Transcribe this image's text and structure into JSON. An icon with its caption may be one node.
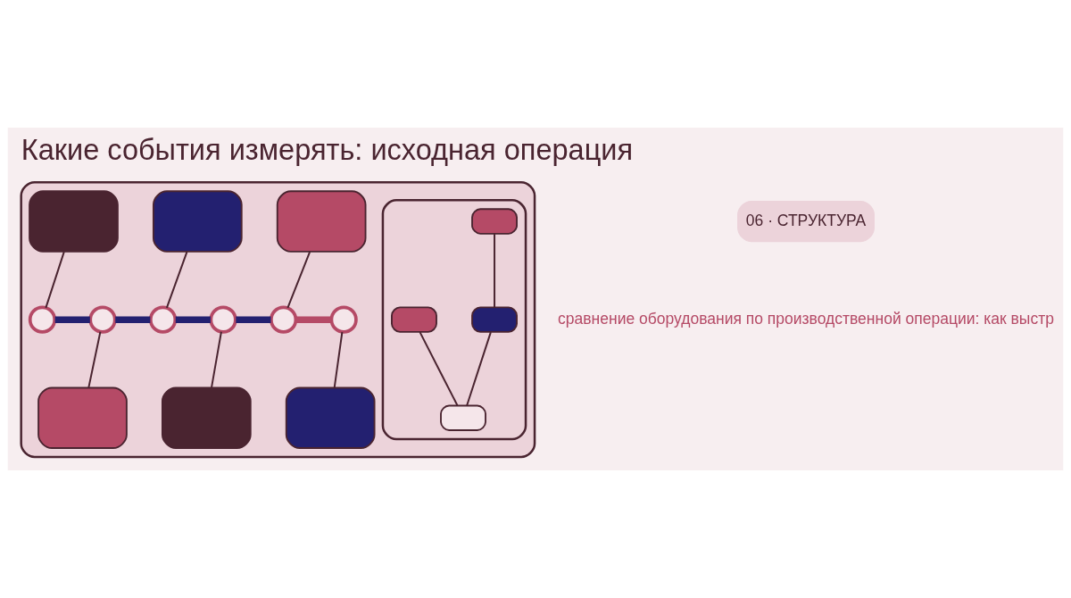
{
  "diagram": {
    "title": "Какие события измерять: исходная операция",
    "nodes": [
      {
        "text": [],
        "shape": "box"
      },
      {
        "text": [],
        "shape": "box",
        "in": 0
      },
      {
        "text": [],
        "shape": "box",
        "in": 0
      },
      {
        "text": [],
        "shape": "box",
        "in": 0
      },
      {
        "text": [],
        "shape": "circle",
        "in": 0
      },
      {
        "text": [],
        "shape": "circle",
        "in": 0
      },
      {
        "text": [],
        "shape": "circle",
        "in": 0
      },
      {
        "text": [],
        "shape": "circle",
        "in": 0
      },
      {
        "text": [],
        "shape": "circle",
        "in": 0
      },
      {
        "text": [],
        "shape": "circle",
        "in": 0
      },
      {
        "text": [],
        "shape": "box",
        "in": 0
      },
      {
        "text": [],
        "shape": "box",
        "in": 0
      },
      {
        "text": [],
        "shape": "box",
        "in": 0
      },
      {
        "text": [],
        "shape": "box",
        "in": 0
      },
      {
        "text": [],
        "shape": "box",
        "in": 13
      },
      {
        "text": [],
        "shape": "box",
        "in": 13
      },
      {
        "text": [],
        "shape": "box",
        "in": 13
      },
      {
        "text": [],
        "shape": "box",
        "in": 13
      }
    ],
    "edges": [
      {
        "from": 1,
        "to": 4,
        "arrow": "none"
      },
      {
        "from": 2,
        "to": 6,
        "arrow": "none"
      },
      {
        "from": 3,
        "to": 8,
        "arrow": "none"
      },
      {
        "from": 4,
        "to": 5,
        "arrow": "none",
        "style": "thick",
        "color": "#232070"
      },
      {
        "from": 5,
        "to": 6,
        "arrow": "none",
        "style": "thick",
        "color": "#232070"
      },
      {
        "from": 6,
        "to": 7,
        "arrow": "none",
        "style": "thick",
        "color": "#232070"
      },
      {
        "from": 7,
        "to": 8,
        "arrow": "none",
        "style": "thick",
        "color": "#232070"
      },
      {
        "from": 8,
        "to": 9,
        "arrow": "none",
        "style": "thick",
        "color": "#b54a66"
      },
      {
        "from": 5,
        "to": 10,
        "arrow": "none"
      },
      {
        "from": 7,
        "to": 11,
        "arrow": "none"
      },
      {
        "from": 9,
        "to": 12,
        "arrow": "none"
      },
      {
        "from": 14,
        "to": 15,
        "arrow": "none"
      },
      {
        "from": 15,
        "to": 17,
        "arrow": "none"
      },
      {
        "from": 16,
        "to": 17,
        "arrow": "none"
      }
    ],
    "labels": [
      "06 · СТРУКТУРА",
      "сравнение оборудования по производственной операции: как выстр"
    ]
  }
}
